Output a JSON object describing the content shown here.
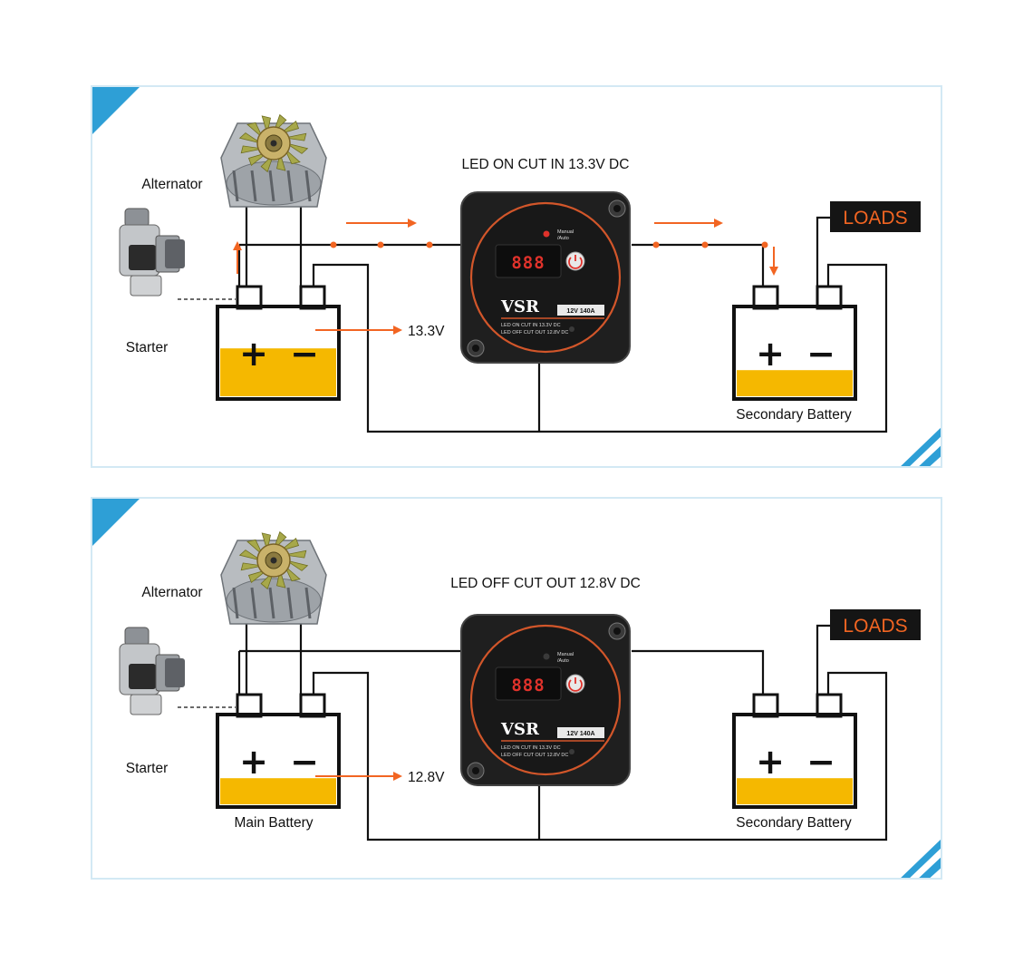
{
  "colors": {
    "accent_blue": "#2e9fd6",
    "arrow_orange": "#f26522",
    "battery_yellow": "#f5b800",
    "led_red": "#e0322b",
    "wire": "#111111"
  },
  "panels": [
    {
      "status_label": "LED ON CUT IN 13.3V DC",
      "alternator_label": "Alternator",
      "starter_label": "Starter",
      "voltage_label": "13.3V",
      "loads_label": "LOADS",
      "main_battery_label": "",
      "secondary_battery_label": "Secondary Battery",
      "main_charge_level": 0.55,
      "secondary_charge_level": 0.3,
      "current_flowing": true,
      "led_on": true,
      "device": {
        "brand": "VSR",
        "rating": "12V 140A",
        "display": "888",
        "manual_label": "Manual\n/Auto",
        "cut_in_text": "LED ON CUT IN 13.3V DC",
        "cut_out_text": "LED OFF CUT OUT 12.8V DC"
      }
    },
    {
      "status_label": "LED OFF CUT OUT 12.8V DC",
      "alternator_label": "Alternator",
      "starter_label": "Starter",
      "voltage_label": "12.8V",
      "loads_label": "LOADS",
      "main_battery_label": "Main Battery",
      "secondary_battery_label": "Secondary Battery",
      "main_charge_level": 0.3,
      "secondary_charge_level": 0.3,
      "current_flowing": false,
      "led_on": false,
      "device": {
        "brand": "VSR",
        "rating": "12V 140A",
        "display": "888",
        "manual_label": "Manual\n/Auto",
        "cut_in_text": "LED ON CUT IN 13.3V DC",
        "cut_out_text": "LED OFF CUT OUT 12.8V DC"
      }
    }
  ]
}
